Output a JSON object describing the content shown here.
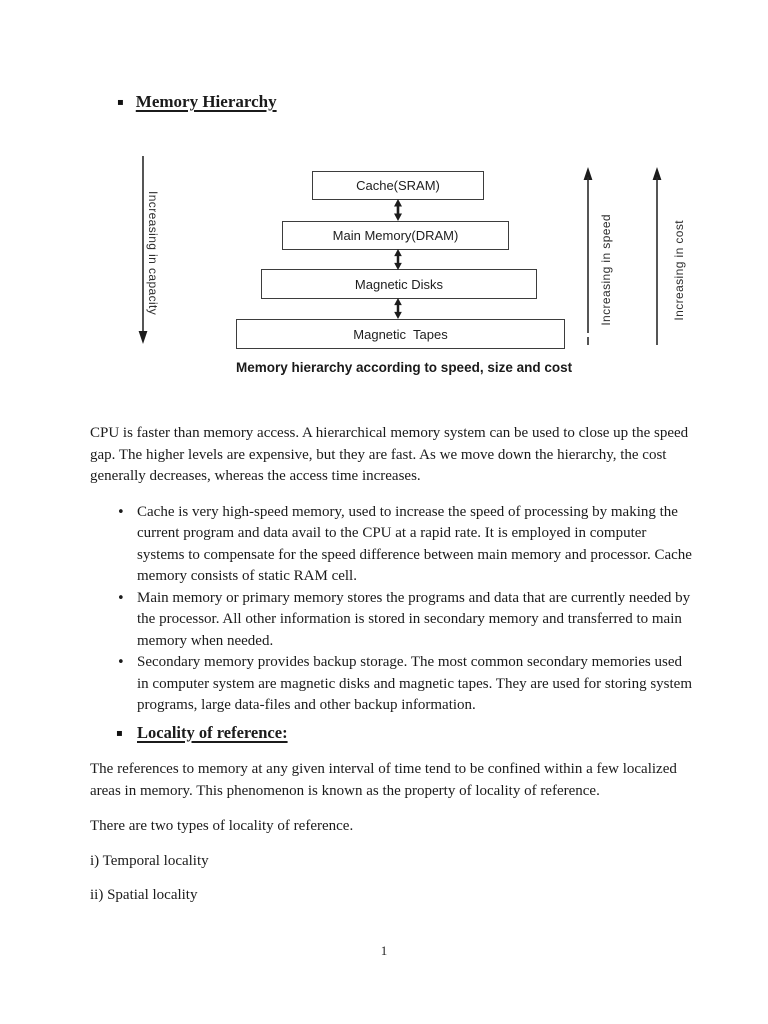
{
  "icons": {
    "square_bullet": "▪",
    "round_bullet": "•"
  },
  "title": {
    "text": "Memory Hierarchy"
  },
  "diagram": {
    "left_label": "Increasing in capacity",
    "speed_label": "Increasing in speed",
    "cost_label": "Increasing in cost",
    "boxes": [
      "Cache(SRAM)",
      "Main Memory(DRAM)",
      "Magnetic Disks",
      "Magnetic  Tapes"
    ],
    "caption": "Memory hierarchy according to speed, size and cost"
  },
  "content": {
    "intro": "CPU is faster than memory access. A hierarchical memory system can be used to close up the speed gap. The higher levels are expensive, but they are fast. As we move down the hierarchy, the cost generally decreases, whereas the access time increases.",
    "bullets": [
      "Cache is very high-speed memory, used to increase the speed of processing by making the current program and data avail to the CPU at a rapid rate. It is employed in computer systems to compensate for the speed difference between main memory and processor. Cache memory consists of static RAM cell.",
      "Main memory or primary memory stores the programs and data that are currently needed by the processor. All other information is stored in secondary memory and transferred to main memory when needed.",
      "Secondary memory provides backup storage. The most common secondary memories used in computer system are magnetic disks and magnetic tapes. They are used for storing system programs, large data-files and other backup information."
    ],
    "heading": "Locality of reference:",
    "locality_para": "The references to memory at any given interval of time tend to be confined within a few localized areas in memory. This phenomenon is known as the property of locality of reference.",
    "types_line": "There are two types of locality of reference.",
    "type_i": "i) Temporal locality",
    "type_ii": "ii) Spatial locality"
  },
  "footer": {
    "page_number": "1"
  }
}
